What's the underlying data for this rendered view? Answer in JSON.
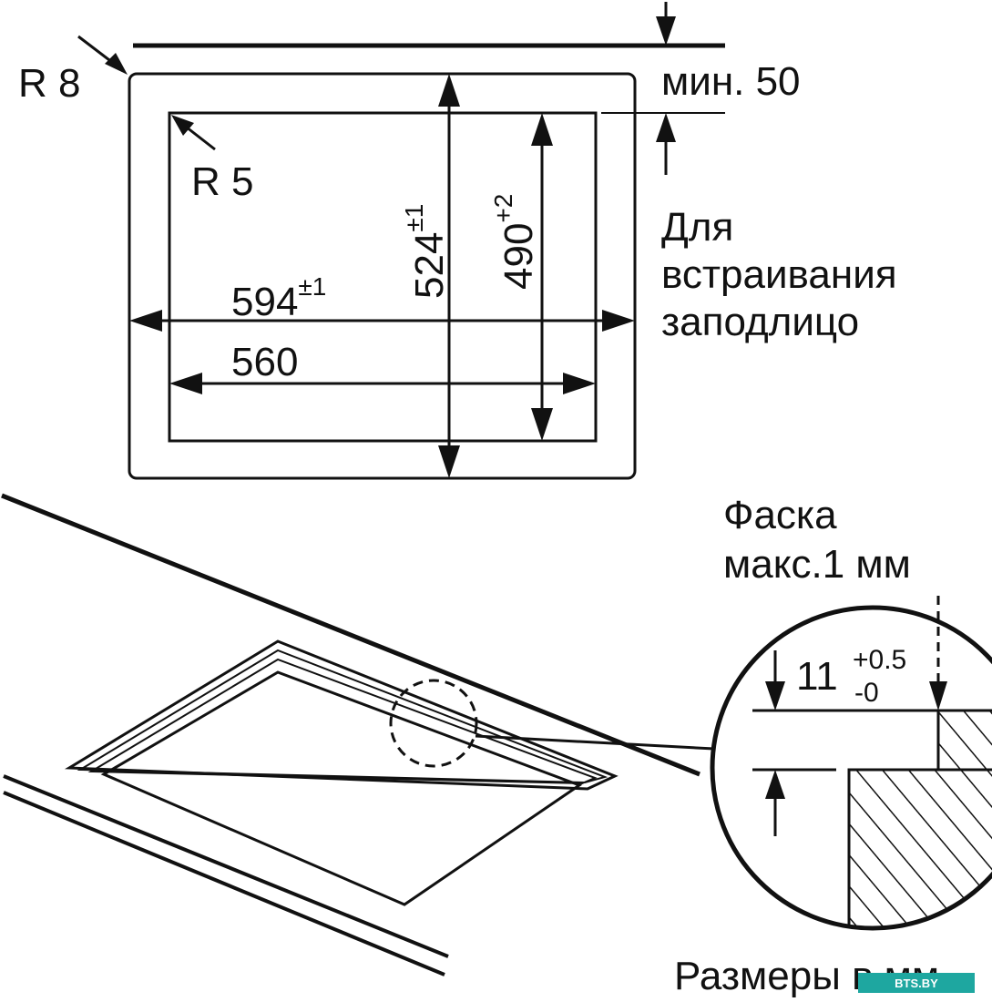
{
  "labels": {
    "r8": "R 8",
    "r5": "R 5",
    "min_distance": "мин. 50",
    "width_outer_value": "594",
    "width_outer_tol": "±1",
    "width_inner": "560",
    "depth_outer_value": "524",
    "depth_outer_tol": "±1",
    "depth_inner_value": "490",
    "depth_inner_tol": "+2",
    "flush_line1": "Для",
    "flush_line2": "встраивания",
    "flush_line3": "заподлицо",
    "chamfer_line1": "Фаска",
    "chamfer_line2": "макс.1 мм",
    "rebate_value": "11",
    "rebate_tol_plus": "+0.5",
    "rebate_tol_minus": "-0",
    "units_note": "Размеры в мм",
    "watermark": "BTS.BY"
  },
  "colors": {
    "line": "#111111",
    "background": "#ffffff",
    "watermark_bg": "#1ea7a0"
  }
}
